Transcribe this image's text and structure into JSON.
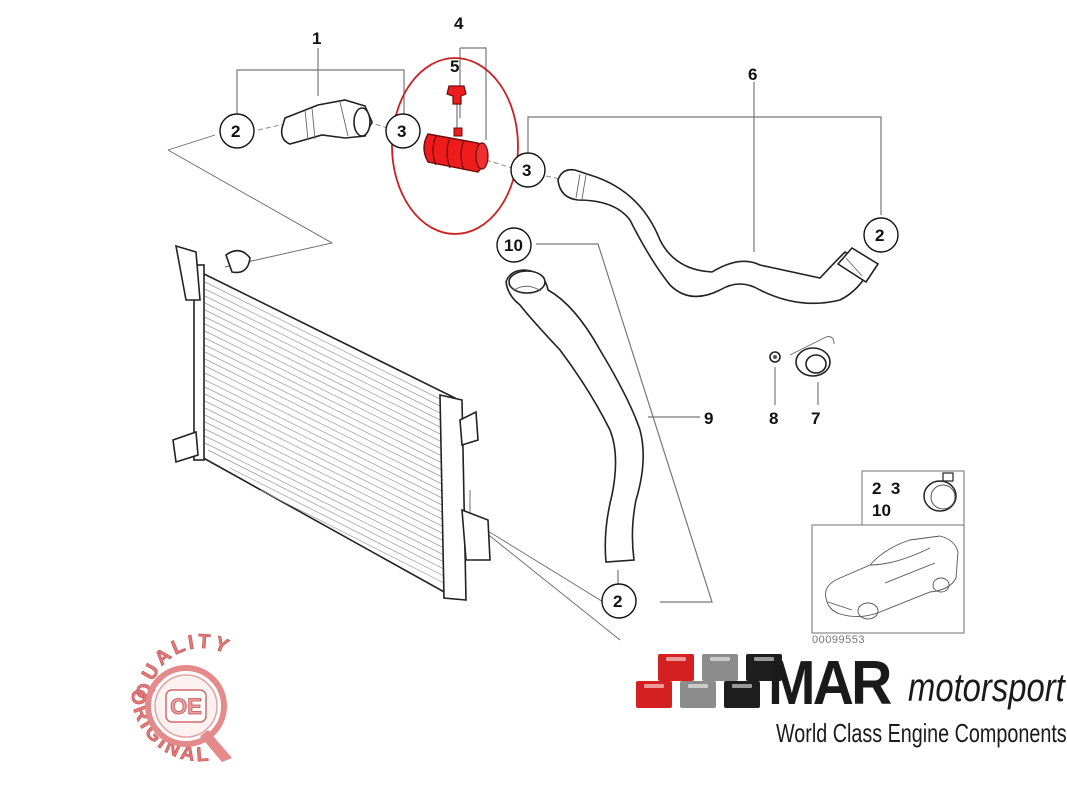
{
  "diagram": {
    "title": "Radiator cooling hoses exploded parts diagram",
    "callouts": {
      "c1": "1",
      "c2": "2",
      "c3": "3",
      "c4": "4",
      "c5": "5",
      "c6": "6",
      "c7": "7",
      "c8": "8",
      "c9": "9",
      "c10": "10"
    },
    "highlight": {
      "parts": [
        "4",
        "5"
      ],
      "color": "#e31b1b",
      "circle_color": "#cc1f1f"
    },
    "inset": {
      "clamp_labels_row1": "2  3",
      "clamp_labels_row2": "10",
      "reference_number": "00099553"
    }
  },
  "badge": {
    "ring_text_top": "QUALITY",
    "ring_text_bottom": "ORIGINAL",
    "center_text": "OE",
    "color": "#e07a7a"
  },
  "brand": {
    "name_bold": "MAR",
    "name_italic": "motorsport",
    "tagline": "World Class Engine Components",
    "checker_colors": [
      "#d42020",
      "#8c8c8c",
      "#1e1e1e"
    ]
  }
}
